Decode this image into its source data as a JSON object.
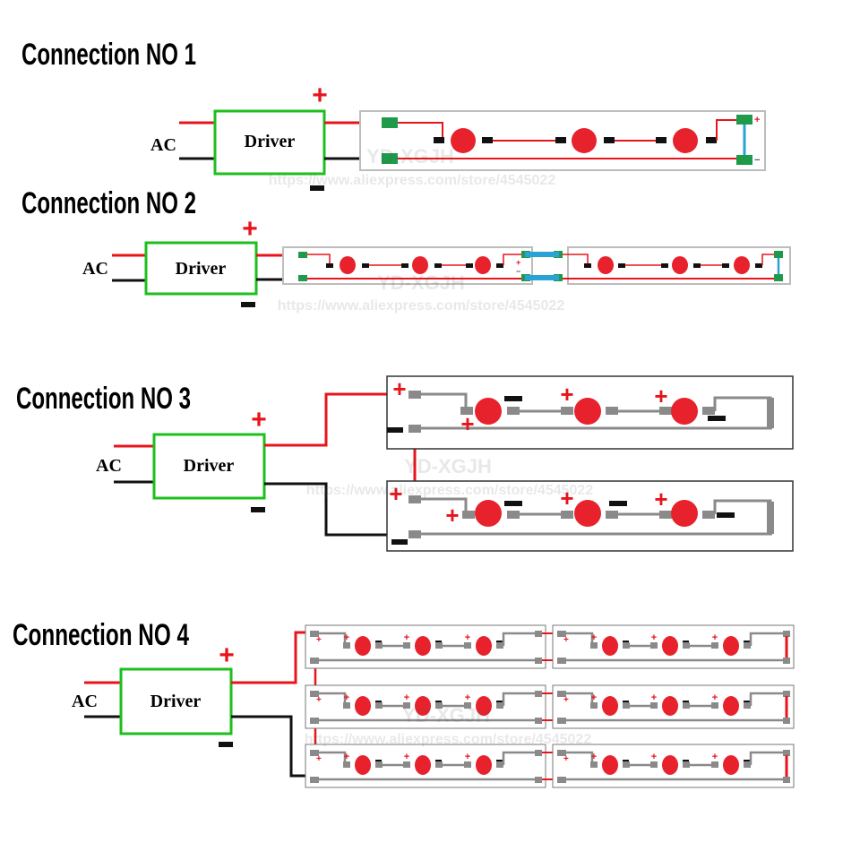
{
  "sections": [
    {
      "title": "Connection NO 1",
      "ac_label": "AC",
      "driver_label": "Driver",
      "plus_sign": "+",
      "minus_sign": "−"
    },
    {
      "title": "Connection NO 2",
      "ac_label": "AC",
      "driver_label": "Driver",
      "plus_sign": "+",
      "minus_sign": "−"
    },
    {
      "title": "Connection NO 3",
      "ac_label": "AC",
      "driver_label": "Driver",
      "plus_sign": "+",
      "minus_sign": "−"
    },
    {
      "title": "Connection NO 4",
      "ac_label": "AC",
      "driver_label": "Driver",
      "plus_sign": "+",
      "minus_sign": "−"
    }
  ],
  "watermark": {
    "brand": "YD-XGJH",
    "url": "https://www.aliexpress.com/store/4545022"
  },
  "board_polarity": {
    "plus": "+",
    "minus": "−"
  },
  "colors": {
    "positive_wire": "#e8141b",
    "negative_wire": "#111111",
    "driver_border": "#1dbf1d",
    "led": "#e8222c",
    "pad_green": "#1f9a4a",
    "jumper_blue": "#29a3d6",
    "pad_grey": "#8a8a8a",
    "board_border": "#bdbdbd"
  }
}
